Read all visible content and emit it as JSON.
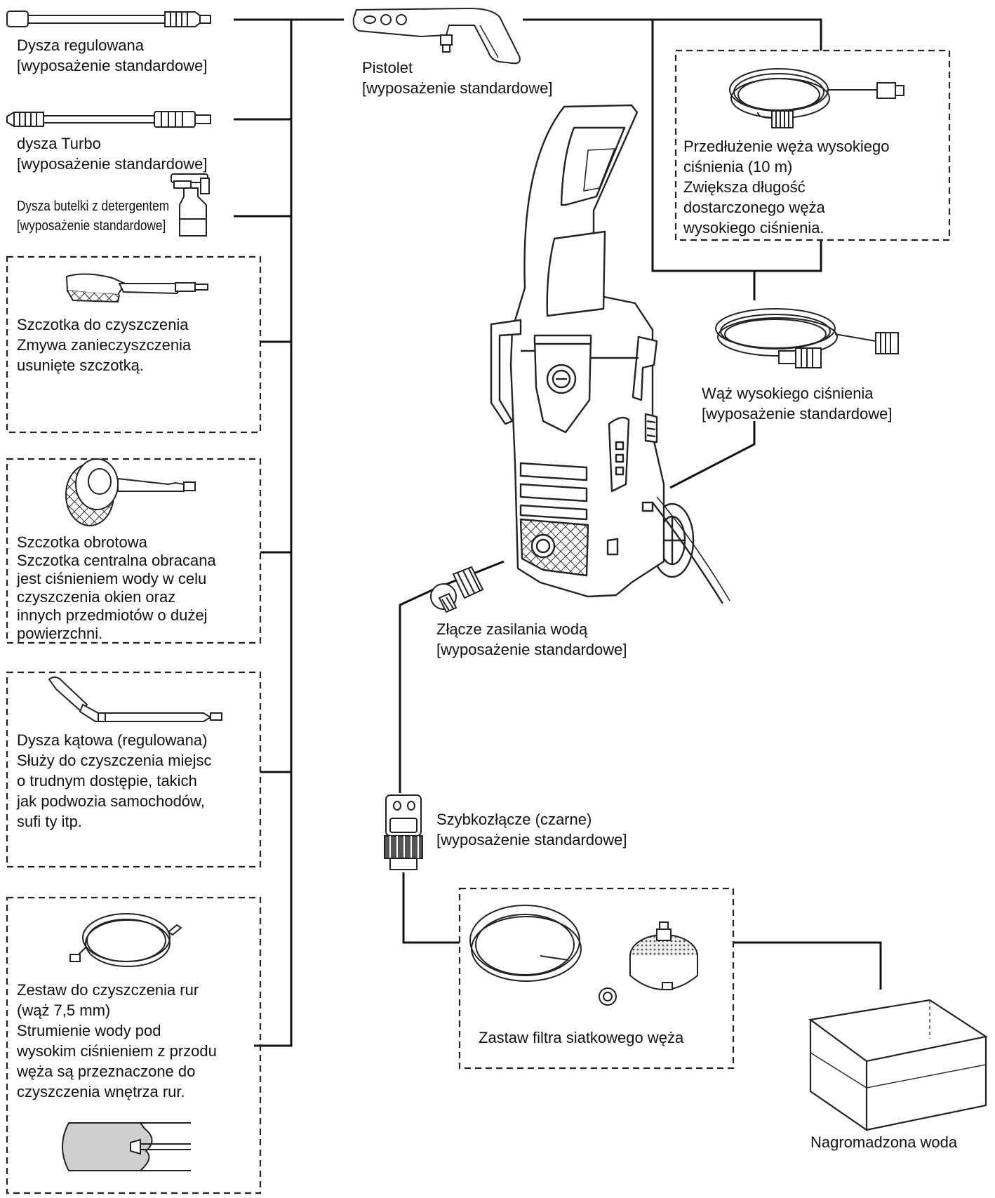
{
  "labels": {
    "adjustable_nozzle": {
      "name": "Dysza regulowana",
      "note": "[wyposażenie standardowe]"
    },
    "turbo_nozzle": {
      "name": "dysza Turbo",
      "note": "[wyposażenie standardowe]"
    },
    "detergent_nozzle": {
      "name": "Dysza butelki z detergentem",
      "note": "[wyposażenie standardowe]"
    },
    "gun": {
      "name": "Pistolet",
      "note": "[wyposażenie standardowe]"
    },
    "hose_extension": {
      "line1": "Przedłużenie węża wysokiego",
      "line2": "ciśnienia (10 m)",
      "line3": "Zwiększa długość",
      "line4": "dostarczonego węża",
      "line5": "wysokiego ciśnienia."
    },
    "hp_hose": {
      "name": "Wąż wysokiego ciśnienia",
      "note": "[wyposażenie standardowe]"
    },
    "brush": {
      "line1": "Szczotka do czyszczenia",
      "line2": "Zmywa zanieczyszczenia",
      "line3": "usunięte szczotką."
    },
    "rotary_brush": {
      "line1": "Szczotka obrotowa",
      "line2": "Szczotka centralna obracana",
      "line3": "jest ciśnieniem wody w celu",
      "line4": "czyszczenia okien oraz",
      "line5": "innych przedmiotów o dużej",
      "line6": "powierzchni."
    },
    "angle_nozzle": {
      "line1": "Dysza kątowa (regulowana)",
      "line2": "Służy do czyszczenia miejsc",
      "line3": "o trudnym dostępie, takich",
      "line4": "jak podwozia samochodów,",
      "line5": "sufi ty itp."
    },
    "pipe_kit": {
      "line1": "Zestaw do czyszczenia rur",
      "line2": "(wąż 7,5 mm)",
      "line3": "Strumienie wody pod",
      "line4": "wysokim ciśnieniem z przodu",
      "line5": "węża są przeznaczone do",
      "line6": "czyszczenia wnętrza rur."
    },
    "water_connector": {
      "name": "Złącze zasilania wodą",
      "note": "[wyposażenie standardowe]"
    },
    "quick_coupler": {
      "name": "Szybkozłącze (czarne)",
      "note": "[wyposażenie standardowe]"
    },
    "filter_set": {
      "name": "Zastaw filtra siatkowego węża"
    },
    "water_tank": {
      "name": "Nagromadzona woda"
    }
  }
}
